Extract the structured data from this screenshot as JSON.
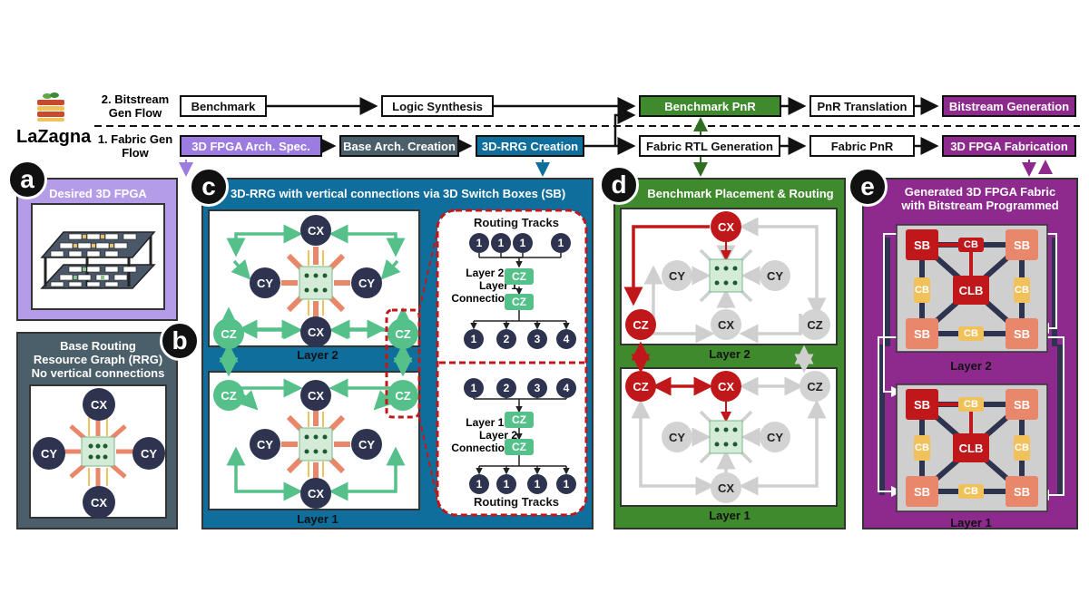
{
  "logo": {
    "name": "LaZagna"
  },
  "flows": {
    "bitstream_label_line1": "2. Bitstream",
    "bitstream_label_line2": "Gen Flow",
    "fabric_label_line1": "1. Fabric Gen",
    "fabric_label_line2": "Flow",
    "boxes": {
      "benchmark": "Benchmark",
      "logic_synthesis": "Logic Synthesis",
      "benchmark_pnr": "Benchmark PnR",
      "pnr_translation": "PnR Translation",
      "bitstream_generation": "Bitstream Generation",
      "arch_spec": "3D FPGA Arch. Spec.",
      "base_arch": "Base Arch. Creation",
      "rrg_creation": "3D-RRG Creation",
      "fabric_rtl": "Fabric RTL Generation",
      "fabric_pnr": "Fabric PnR",
      "fabrication": "3D FPGA Fabrication"
    }
  },
  "panels": {
    "a": {
      "badge": "a",
      "title": "Desired 3D FPGA"
    },
    "b": {
      "badge": "b",
      "title_line1": "Base Routing",
      "title_line2": "Resource Graph (RRG)",
      "title_line3": "No vertical connections"
    },
    "c": {
      "badge": "c",
      "title": "3D-RRG with vertical connections via 3D Switch Boxes (SB)",
      "layer2": "Layer 2",
      "layer1": "Layer 1",
      "routing_tracks": "Routing Tracks",
      "l2_to_l1_line1": "Layer 2 to",
      "l2_to_l1_line2": "Layer 1",
      "l2_to_l1_line3": "Connections",
      "l1_to_l2_line1": "Layer 1 to",
      "l1_to_l2_line2": "Layer 2",
      "l1_to_l2_line3": "Connections"
    },
    "d": {
      "badge": "d",
      "title": "Benchmark Placement & Routing",
      "layer2": "Layer 2",
      "layer1": "Layer 1"
    },
    "e": {
      "badge": "e",
      "title_line1": "Generated 3D FPGA Fabric",
      "title_line2": "with Bitstream Programmed",
      "layer2": "Layer 2",
      "layer1": "Layer 1"
    }
  },
  "nodes": {
    "cx": "CX",
    "cy": "CY",
    "cz": "CZ",
    "sb": "SB",
    "cb": "CB",
    "clb": "CLB",
    "t1": "1",
    "t2": "2",
    "t3": "3",
    "t4": "4"
  },
  "colors": {
    "flow_purple": "#9c7ce0",
    "flow_gray": "#4b5f6b",
    "flow_blue": "#0f6e9c",
    "flow_green": "#3f8a2c",
    "flow_magenta": "#8e2a8e",
    "node_dark": "#2e3350",
    "node_green": "#56c08b",
    "red": "#c0181a",
    "orange": "#e9876a"
  }
}
